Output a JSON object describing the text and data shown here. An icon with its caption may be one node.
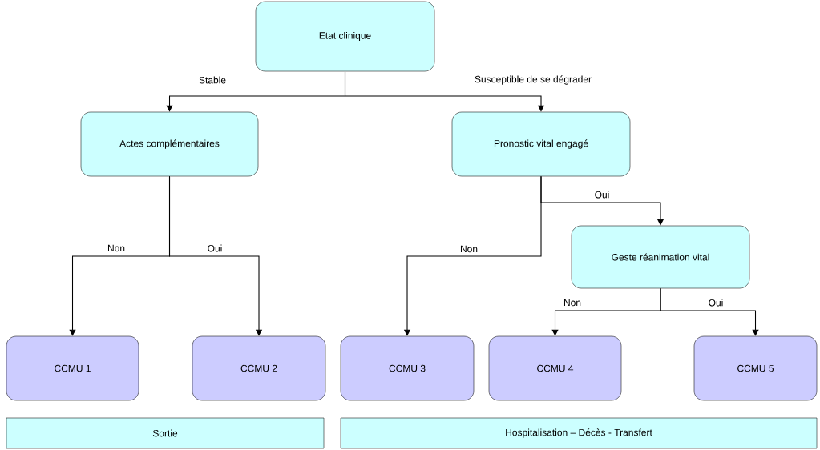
{
  "diagram": {
    "nodes": [
      {
        "text": [
          "Etat clinique"
        ]
      },
      {
        "text": [
          "Actes complémentaires"
        ]
      },
      {
        "text": [
          "Pronostic vital engagé"
        ]
      },
      {
        "text": [
          "Geste réanimation vital"
        ]
      },
      {
        "text": [
          "CCMU 1"
        ]
      },
      {
        "text": [
          "CCMU 2"
        ]
      },
      {
        "text": [
          "CCMU 3"
        ]
      },
      {
        "text": [
          "CCMU 4"
        ]
      },
      {
        "text": [
          "CCMU 5"
        ]
      },
      {
        "text": [
          "Sortie"
        ]
      },
      {
        "text": [
          "Hospitalisation – Décès - Transfert"
        ]
      }
    ],
    "edges": [
      {
        "from": 0,
        "to": 1,
        "arrow": "to",
        "label": "Stable"
      },
      {
        "from": 0,
        "to": 2,
        "arrow": "to",
        "label": "Susceptible de se dégrader"
      },
      {
        "from": 1,
        "to": 4,
        "arrow": "to",
        "label": "Non"
      },
      {
        "from": 1,
        "to": 5,
        "arrow": "to",
        "label": "Oui"
      },
      {
        "from": 2,
        "to": 6,
        "arrow": "to",
        "label": "Non"
      },
      {
        "from": 2,
        "to": 3,
        "arrow": "to",
        "label": "Oui"
      },
      {
        "from": 3,
        "to": 7,
        "arrow": "to",
        "label": "Non"
      },
      {
        "from": 3,
        "to": 8,
        "arrow": "to",
        "label": "Oui"
      }
    ]
  }
}
